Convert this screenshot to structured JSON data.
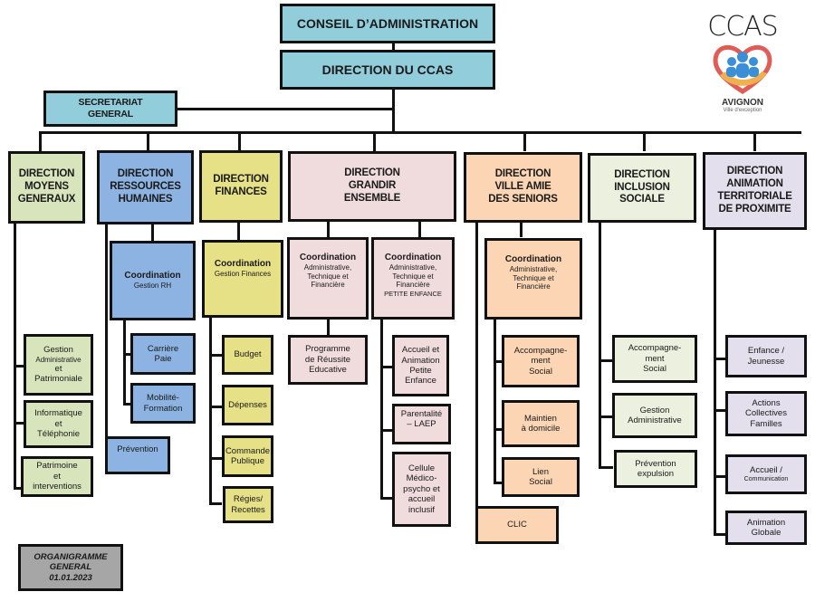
{
  "header": {
    "conseil": "CONSEIL D’ADMINISTRATION",
    "direction_ccas": "DIRECTION DU CCAS",
    "secretariat": "SECRETARIAT\nGENERAL"
  },
  "logo": {
    "name": "CCAS",
    "city": "AVIGNON",
    "tagline": "Ville d'exception",
    "icon": "heart-people-icon"
  },
  "colors": {
    "header": "#92cddc",
    "moyens_generaux": "#d8e4bc",
    "ressources_humaines": "#8db3e2",
    "finances": "#e6e087",
    "grandir_ensemble": "#f0dcdc",
    "seniors": "#fcd5b4",
    "inclusion_sociale": "#ebf1de",
    "animation": "#e4dfec",
    "footer": "#a6a6a6"
  },
  "directions": {
    "moyens_generaux": {
      "title": "DIRECTION\nMOYENS\nGENERAUX",
      "services": [
        "Gestion",
        "Administrative",
        "et\nPatrimoniale",
        "Informatique\net\nTéléphonie",
        "Patrimoine\net\ninterventions"
      ]
    },
    "ressources_humaines": {
      "title": "DIRECTION\nRESSOURCES\nHUMAINES",
      "coord_title": "Coordination",
      "coord_sub": "Gestion RH",
      "services": [
        "Carrière\nPaie",
        "Mobilité-\nFormation",
        "Prévention"
      ]
    },
    "finances": {
      "title": "DIRECTION\nFINANCES",
      "coord_title": "Coordination",
      "coord_sub": "Gestion Finances",
      "services": [
        "Budget",
        "Dépenses",
        "Commande\nPublique",
        "Régies/\nRecettes"
      ]
    },
    "grandir_ensemble": {
      "title": "DIRECTION\nGRANDIR\nENSEMBLE",
      "coord1_title": "Coordination",
      "coord1_sub": "Administrative,\nTechnique et\nFinancière",
      "coord2_title": "Coordination",
      "coord2_sub": "Administrative,\nTechnique et\nFinancière",
      "coord2_extra": "PETITE ENFANCE",
      "services": [
        "Programme\nde Réussite\nEducative",
        "Accueil et\nAnimation\nPetite\nEnfance",
        "Parentalité\n– LAEP",
        "Cellule\nMédico-\npsycho et\naccueil\ninclusif"
      ]
    },
    "seniors": {
      "title": "DIRECTION\nVILLE  AMIE\nDES SENIORS",
      "coord_title": "Coordination",
      "coord_sub": "Administrative,\nTechnique et\nFinancière",
      "services": [
        "Accompagne-\nment\nSocial",
        "Maintien\nà domicile",
        "Lien\nSocial",
        "CLIC"
      ]
    },
    "inclusion_sociale": {
      "title": "DIRECTION\nINCLUSION\nSOCIALE",
      "services": [
        "Accompagne-\nment\nSocial",
        "Gestion\nAdministrative",
        "Prévention\nexpulsion"
      ]
    },
    "animation": {
      "title": "DIRECTION\nANIMATION\nTERRITORIALE\nDE PROXIMITE",
      "services": [
        "Enfance /\nJeunesse",
        "Actions\nCollectives\nFamilles",
        "Accueil /",
        "Communication",
        "Animation\nGlobale"
      ]
    }
  },
  "footer": {
    "label": "ORGANIGRAMME\nGENERAL\n01.01.2023"
  }
}
